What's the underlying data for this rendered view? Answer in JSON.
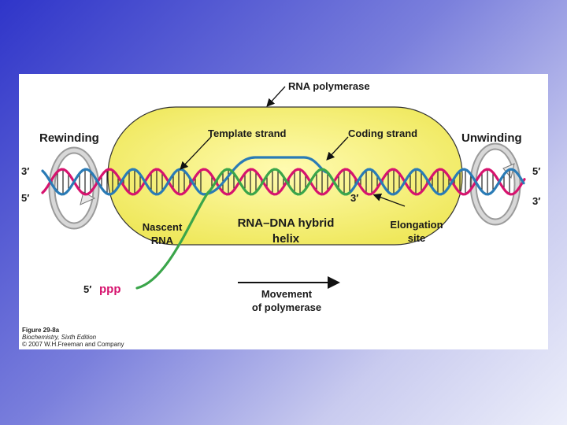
{
  "labels": {
    "rna_polymerase": "RNA polymerase",
    "rewinding": "Rewinding",
    "unwinding": "Unwinding",
    "template_strand": "Template strand",
    "coding_strand": "Coding strand",
    "left_top_end": "3′",
    "left_bottom_end": "5′",
    "right_top_end": "5′",
    "right_bottom_end": "3′",
    "rna_3prime": "3′",
    "nascent_rna_1": "Nascent",
    "nascent_rna_2": "RNA",
    "hybrid_1": "RNA–DNA hybrid",
    "hybrid_2": "helix",
    "elongation_1": "Elongation",
    "elongation_2": "site",
    "five_prime": "5′",
    "ppp": "ppp",
    "movement_1": "Movement",
    "movement_2": "of polymerase"
  },
  "caption": {
    "figure": "Figure 29-8a",
    "book": "Biochemistry, Sixth Edition",
    "copyright": "© 2007 W.H.Freeman and Company"
  },
  "colors": {
    "polymerase_fill": "#f3ef7a",
    "template_strand": "#d6136e",
    "coding_strand": "#2a7bb6",
    "rna_strand": "#3aa54a",
    "ppp": "#d6136e"
  }
}
